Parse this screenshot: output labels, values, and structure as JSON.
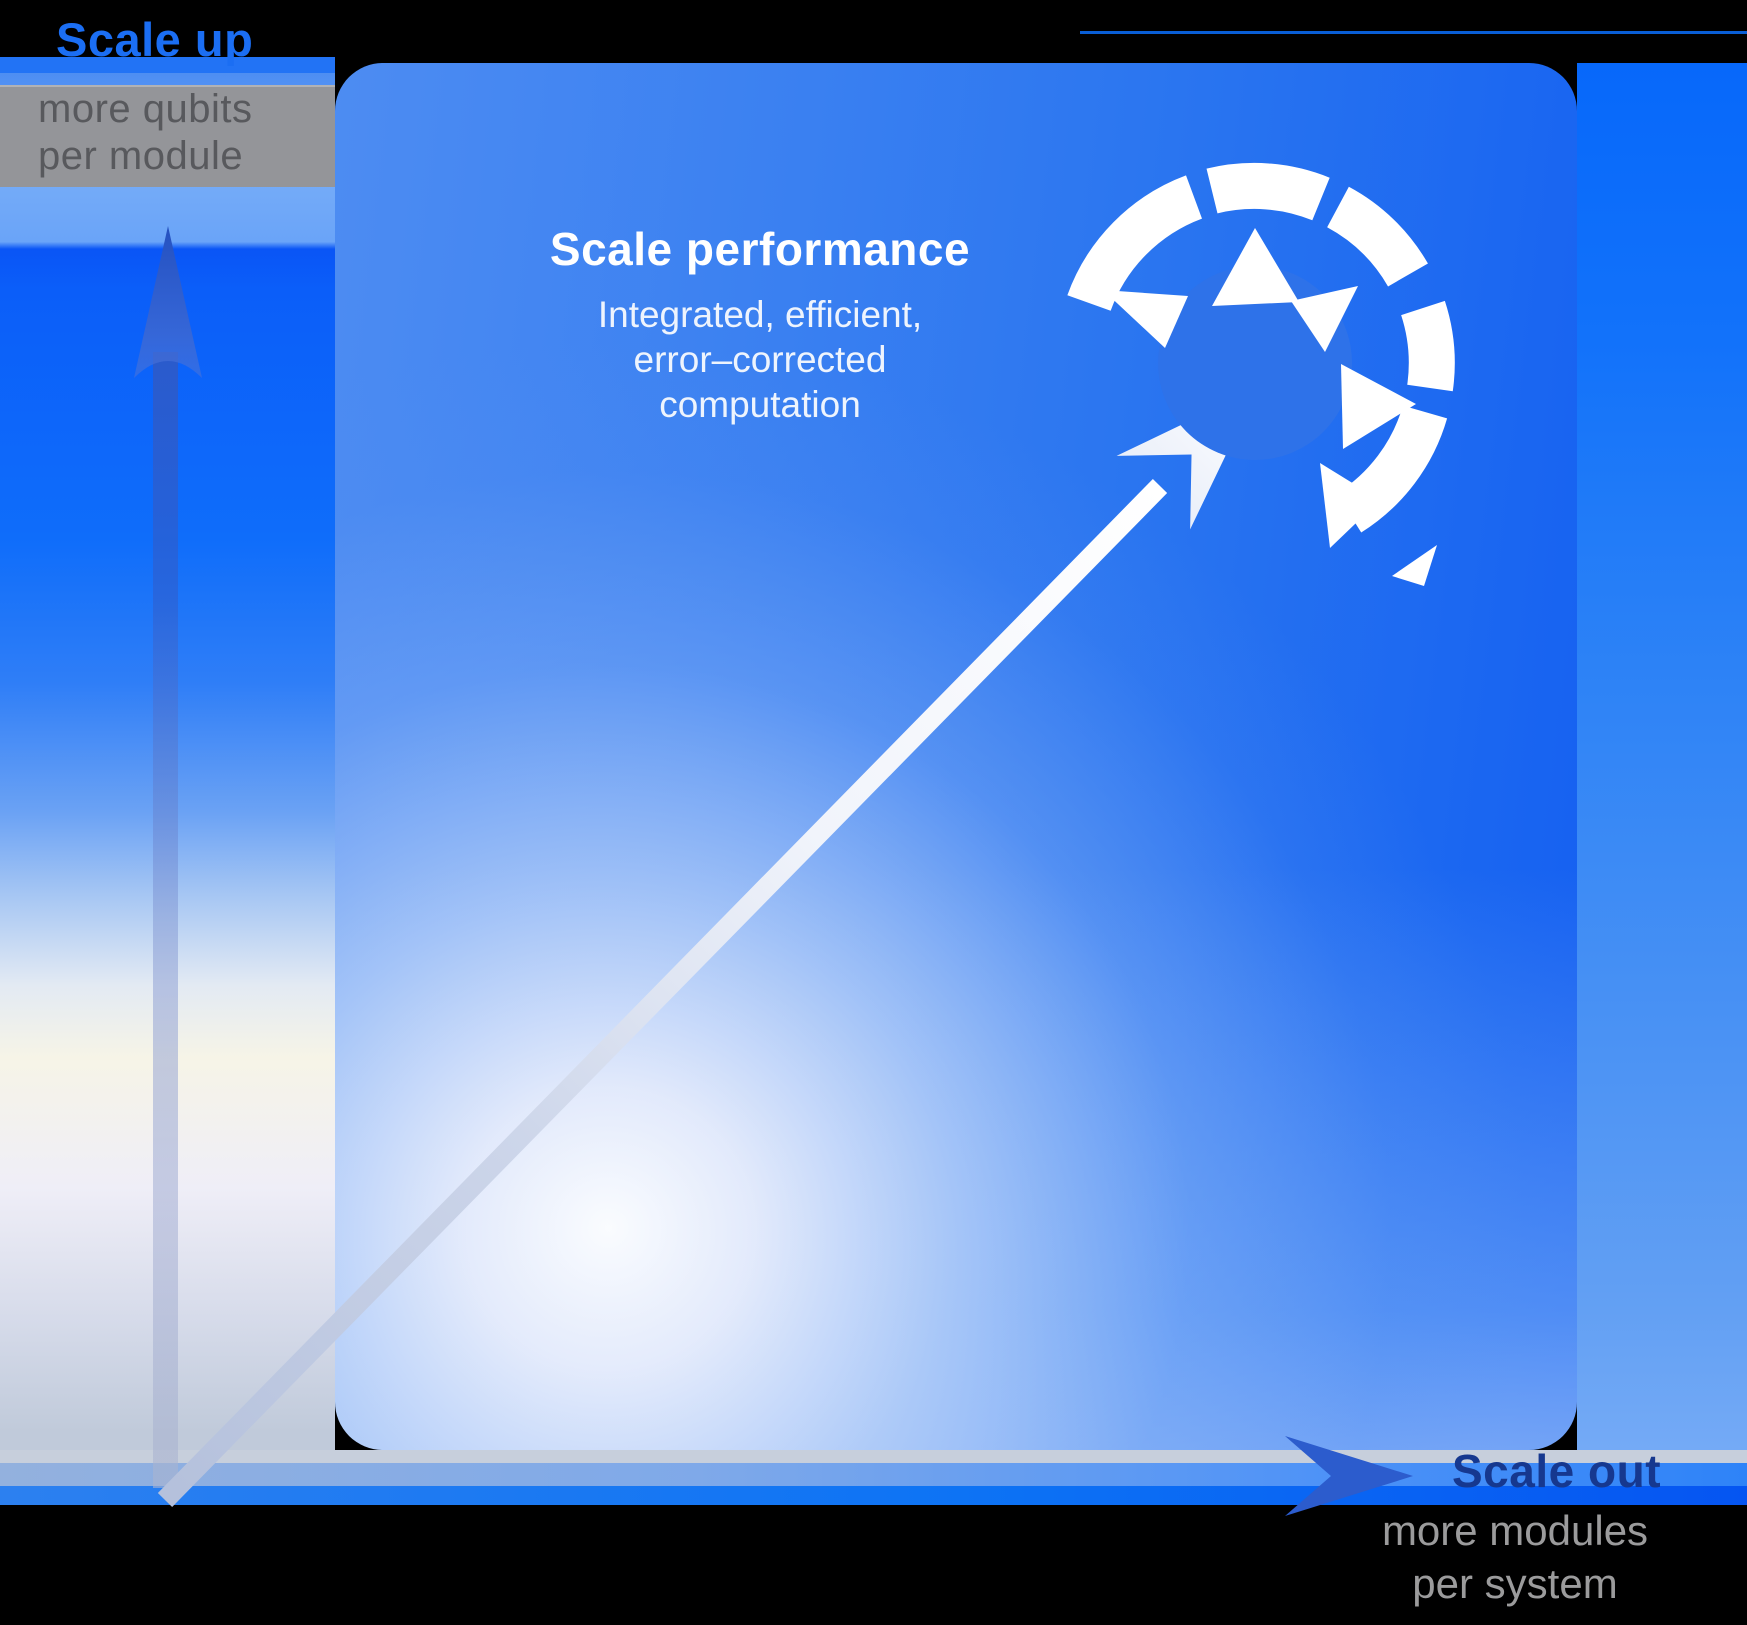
{
  "diagram": {
    "title": "Scale performance",
    "subtitle_lines": [
      "Integrated, efficient,",
      "error–corrected",
      "computation"
    ],
    "y_axis": {
      "title": "Scale up",
      "label_line1": "more qubits",
      "label_line2": "per module"
    },
    "x_axis": {
      "title": "Scale out",
      "label_line1": "more modules",
      "label_line2": "per system"
    }
  },
  "icons": {
    "logo": "sunburst-dome-logo",
    "diagonal_arrow": "up-right-arrow",
    "y_axis_arrow": "up-arrow",
    "x_axis_arrow": "right-arrow"
  },
  "colors": {
    "background": "#000000",
    "scale_up_text": "#1b6ef3",
    "scale_out_text": "#16388f",
    "axis_label_gray_text": "#58595d",
    "axis_label_band": "#949599",
    "bottom_label_gray_text": "#9b9b9c",
    "panel_blue_deep": "#145ff1",
    "panel_blue_mid": "#2a75f0",
    "panel_highlight": "#ffffff",
    "vivid_band_blue": "#0d73f4",
    "axis_line_light": "#c7cfdc",
    "dark_arrowhead_blue": "#2c5ccd",
    "logo_white": "#ffffff",
    "logo_disk_blue": "#2e72e9"
  }
}
